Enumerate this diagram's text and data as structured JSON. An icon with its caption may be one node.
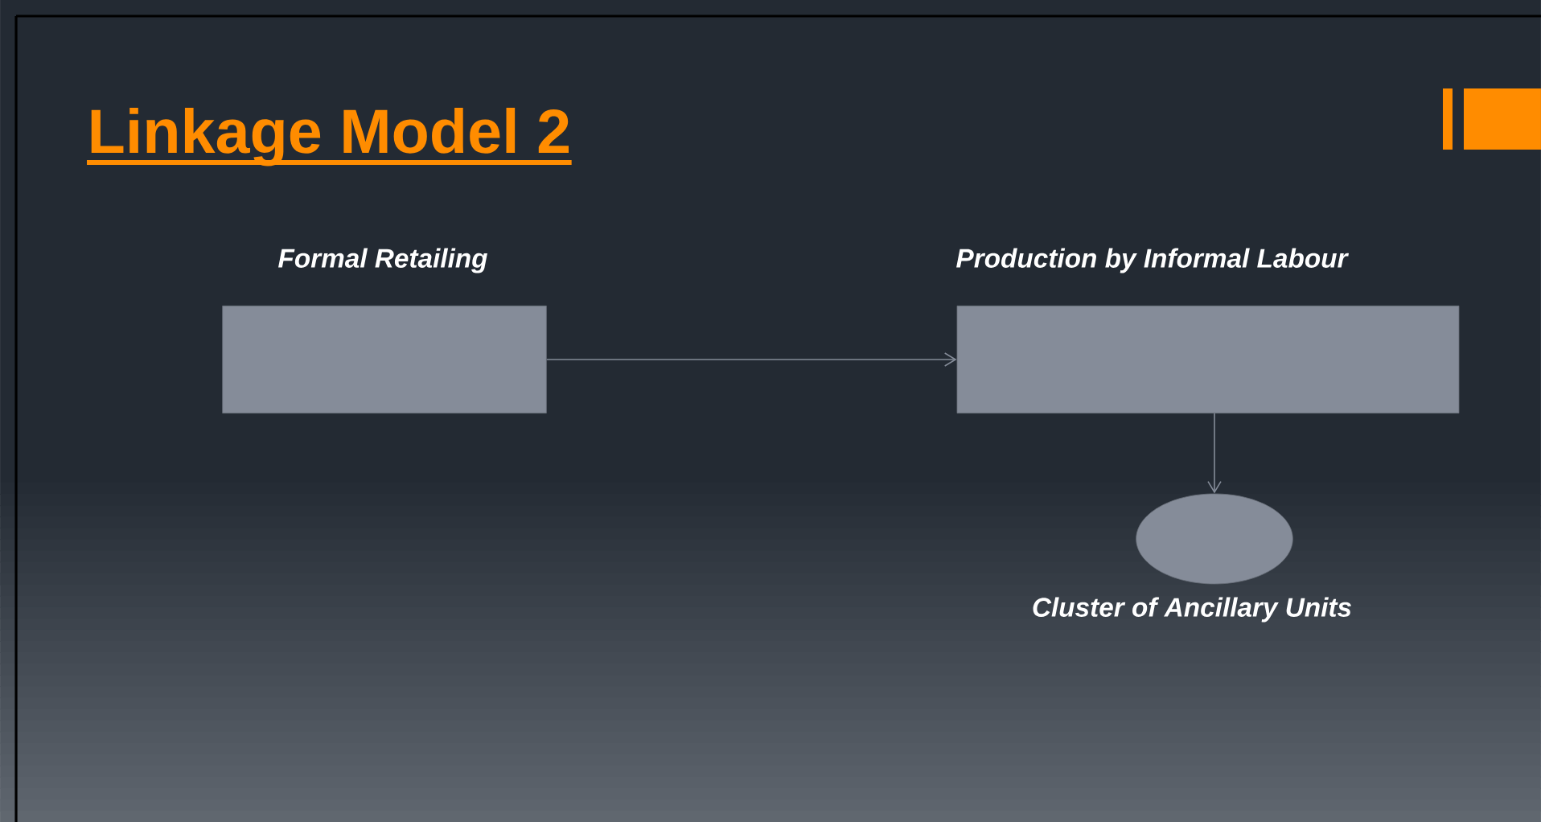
{
  "diagram": {
    "title": "Linkage Model 2",
    "nodes": [
      {
        "text": [
          "Formal Retailing"
        ]
      },
      {
        "text": [
          "Production by Informal Labour"
        ]
      },
      {
        "text": [
          "Cluster of Ancillary Units"
        ]
      }
    ],
    "edges": [
      {
        "from": 0,
        "to": 1,
        "arrow": "to"
      },
      {
        "from": 1,
        "to": 2,
        "arrow": "to"
      }
    ]
  }
}
